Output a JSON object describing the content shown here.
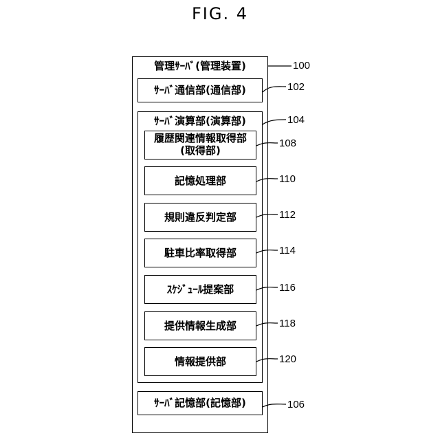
{
  "figure": {
    "title": "FIG. 4"
  },
  "server": {
    "label": "管理ｻｰﾊﾞ(管理装置)",
    "ref": "100"
  },
  "comm": {
    "label": "ｻｰﾊﾞ通信部(通信部)",
    "ref": "102"
  },
  "calc": {
    "label": "ｻｰﾊﾞ演算部(演算部)",
    "ref": "104"
  },
  "units": [
    {
      "label": "履歴関連情報取得部",
      "label2": "(取得部)",
      "ref": "108"
    },
    {
      "label": "記憶処理部",
      "ref": "110"
    },
    {
      "label": "規則違反判定部",
      "ref": "112"
    },
    {
      "label": "駐車比率取得部",
      "ref": "114"
    },
    {
      "label": "ｽｹｼﾞｭｰﾙ提案部",
      "ref": "116"
    },
    {
      "label": "提供情報生成部",
      "ref": "118"
    },
    {
      "label": "情報提供部",
      "ref": "120"
    }
  ],
  "storage": {
    "label": "ｻｰﾊﾞ記憶部(記憶部)",
    "ref": "106"
  }
}
